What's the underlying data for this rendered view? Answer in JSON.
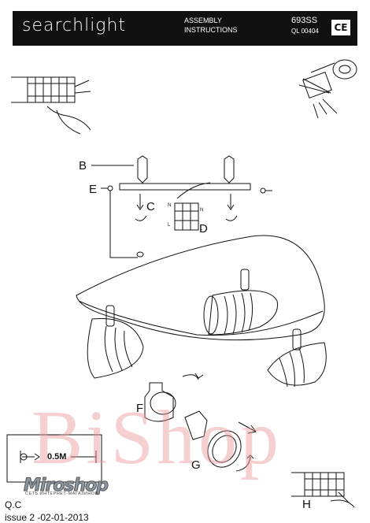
{
  "header": {
    "brand": "searchlight",
    "doc_line1": "ASSEMBLY",
    "doc_line2": "INSTRUCTIONS",
    "model": "693SS",
    "ql": "QL 00404",
    "mark": "CE"
  },
  "labels": {
    "b": "B",
    "c": "C",
    "d": "D",
    "e": "E",
    "f": "F",
    "g": "G",
    "h": "H"
  },
  "distance": "0.5M",
  "footer": {
    "qc": "Q.C",
    "issue": "issue 2 -02-01-2013"
  },
  "watermarks": {
    "store_name": "Miroshop",
    "store_tagline": "СЕТЬ ИНТЕРНЕТ-МАГАЗИНОВ",
    "overlay": "BiShop"
  }
}
